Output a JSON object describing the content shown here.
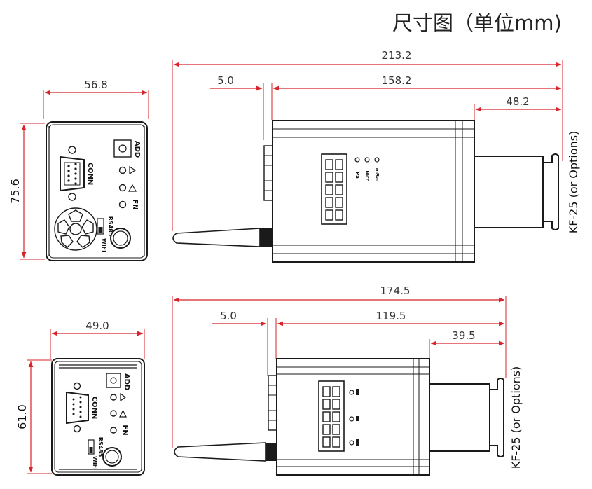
{
  "title": "尺寸图（单位mm)",
  "views": {
    "top_front": {
      "width": "56.8",
      "height": "75.6",
      "connector_label": "CONN",
      "button_labels": [
        "ADD",
        "FN"
      ],
      "port_labels": [
        "RS485",
        "WIFI"
      ]
    },
    "top_side": {
      "overall": "213.2",
      "flange_offset": "5.0",
      "body_length": "158.2",
      "tube_length": "48.2",
      "fitting": "KF-25 (or Options)",
      "led_labels": [
        "Pa",
        "Torr",
        "mBar"
      ]
    },
    "bottom_front": {
      "width": "49.0",
      "height": "61.0",
      "connector_label": "CONN",
      "button_labels": [
        "ADD",
        "FN"
      ],
      "port_labels": [
        "RS485",
        "WIFI"
      ]
    },
    "bottom_side": {
      "overall": "174.5",
      "flange_offset": "5.0",
      "body_length": "119.5",
      "tube_length": "39.5",
      "fitting": "KF-25 (or Options)"
    }
  },
  "colors": {
    "dimension": "#d8232a",
    "outline": "#1a1a1a"
  }
}
